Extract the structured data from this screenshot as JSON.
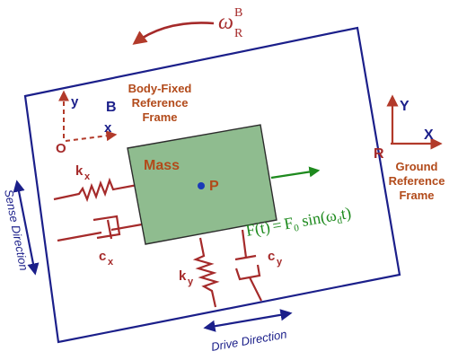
{
  "colors": {
    "frame": "#1b1f8a",
    "spring": "#a52a2a",
    "mass_fill": "#8fbc8f",
    "mass_stroke": "#2c2c2c",
    "force": "#1e8a1e",
    "label": "#b24a1a",
    "point": "#1a3ab8"
  },
  "omega": {
    "symbol": "ω",
    "sup": "B",
    "sub": "R"
  },
  "body_frame": {
    "axis_y": "y",
    "axis_x": "x",
    "origin": "O",
    "name": "B",
    "line1": "Body-Fixed",
    "line2": "Reference",
    "line3": "Frame"
  },
  "ground_frame": {
    "axis_y": "Y",
    "axis_x": "X",
    "name": "R",
    "line1": "Ground",
    "line2": "Reference",
    "line3": "Frame"
  },
  "mass": {
    "label": "Mass",
    "point": "P"
  },
  "springs": {
    "kx_base": "k",
    "kx_sub": "x",
    "ky_base": "k",
    "ky_sub": "y"
  },
  "dampers": {
    "cx_base": "c",
    "cx_sub": "x",
    "cy_base": "c",
    "cy_sub": "y"
  },
  "force": {
    "lhs": "F(t)",
    "eq": "=",
    "f0": "F",
    "f0_sub": "0",
    "func": " sin(ω",
    "omega_sub": "d",
    "tail": "t)"
  },
  "sense_direction": "Sense Direction",
  "drive_direction": "Drive Direction"
}
